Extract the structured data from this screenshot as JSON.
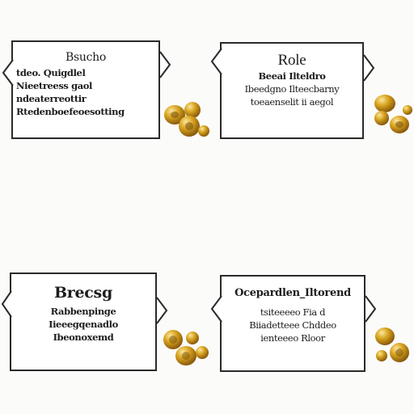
{
  "cards": [
    {
      "title": "Bsucho",
      "lines": [
        "tdeo. Quigdlel",
        "Nieetreess gaol",
        "ndeaterreottir",
        "Rtedenboefeoesotting"
      ]
    },
    {
      "title": "Role",
      "lines": [
        "Beeai Ilteldro",
        "Ibeedgno Ilteecbarny",
        "toeaenselit ii aegol"
      ]
    },
    {
      "title": "Brecsg",
      "lines": [
        "Rabbenpinge",
        "Iieeegqenadlo",
        "Ibeonoxemd"
      ]
    },
    {
      "title": "Ocepardlen_Iltorend",
      "lines": [
        "tsiteeeeo Fia d",
        "Biiadetteee Chddeo",
        "ienteeeo Rloor"
      ]
    }
  ],
  "colors": {
    "coin_gold": "#d9a520",
    "coin_highlight": "#fbe7a0",
    "coin_shadow": "#8a5a0c",
    "border": "#2a2a2a"
  },
  "icons": [
    "coins-icon",
    "callout-notch"
  ]
}
